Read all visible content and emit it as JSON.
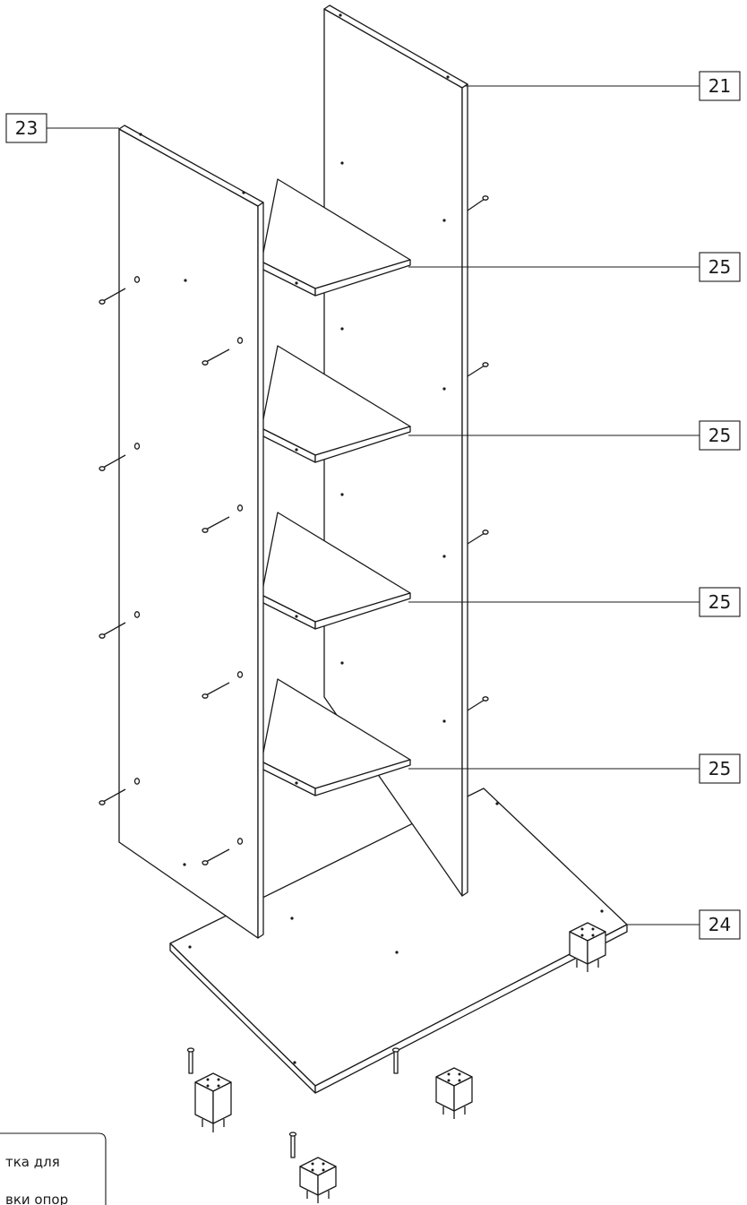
{
  "diagram": {
    "callouts": [
      {
        "id": "panel-left",
        "label": "23"
      },
      {
        "id": "panel-right",
        "label": "21"
      },
      {
        "id": "shelf-1",
        "label": "25"
      },
      {
        "id": "shelf-2",
        "label": "25"
      },
      {
        "id": "shelf-3",
        "label": "25"
      },
      {
        "id": "shelf-4",
        "label": "25"
      },
      {
        "id": "base",
        "label": "24"
      }
    ],
    "note": {
      "line1": "тка для",
      "line2": "вки опор"
    }
  }
}
